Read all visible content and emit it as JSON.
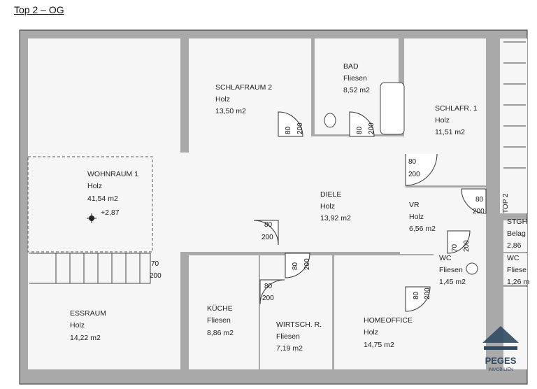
{
  "title": "Top 2 – OG",
  "rooms": {
    "wohnraum": {
      "name": "WOHNRAUM 1",
      "floor": "Holz",
      "area": "41,54 m2"
    },
    "schlafraum2": {
      "name": "SCHLAFRAUM 2",
      "floor": "Holz",
      "area": "13,50 m2"
    },
    "bad": {
      "name": "BAD",
      "floor": "Fliesen",
      "area": "8,52 m2"
    },
    "schlafr1": {
      "name": "SCHLAFR. 1",
      "floor": "Holz",
      "area": "11,51 m2"
    },
    "diele": {
      "name": "DIELE",
      "floor": "Holz",
      "area": "13,92 m2"
    },
    "vr": {
      "name": "VR",
      "floor": "Holz",
      "area": "6,56 m2"
    },
    "wc": {
      "name": "WC",
      "floor": "Fliesen",
      "area": "1,45 m2"
    },
    "stgh": {
      "name": "STGH",
      "floor": "Belag",
      "area": "2,86"
    },
    "wc2": {
      "name": "WC",
      "floor": "Fliese",
      "area": "1,26 m"
    },
    "essraum": {
      "name": "ESSRAUM",
      "floor": "Holz",
      "area": "14,22 m2"
    },
    "kueche": {
      "name": "KÜCHE",
      "floor": "Fliesen",
      "area": "8,86 m2"
    },
    "wirtsch": {
      "name": "WIRTSCH. R.",
      "floor": "Fliesen",
      "area": "7,19 m2"
    },
    "homeoffice": {
      "name": "HOMEOFFICE",
      "floor": "Holz",
      "area": "14,75 m2"
    }
  },
  "elevation": "+2,87",
  "unit_label": "TOP 2",
  "doors": {
    "w80": "80",
    "h200": "200",
    "w70": "70"
  },
  "logo": {
    "name": "PEGES",
    "sub": "IMMOBILIEN",
    "color": "#2f4a63"
  }
}
